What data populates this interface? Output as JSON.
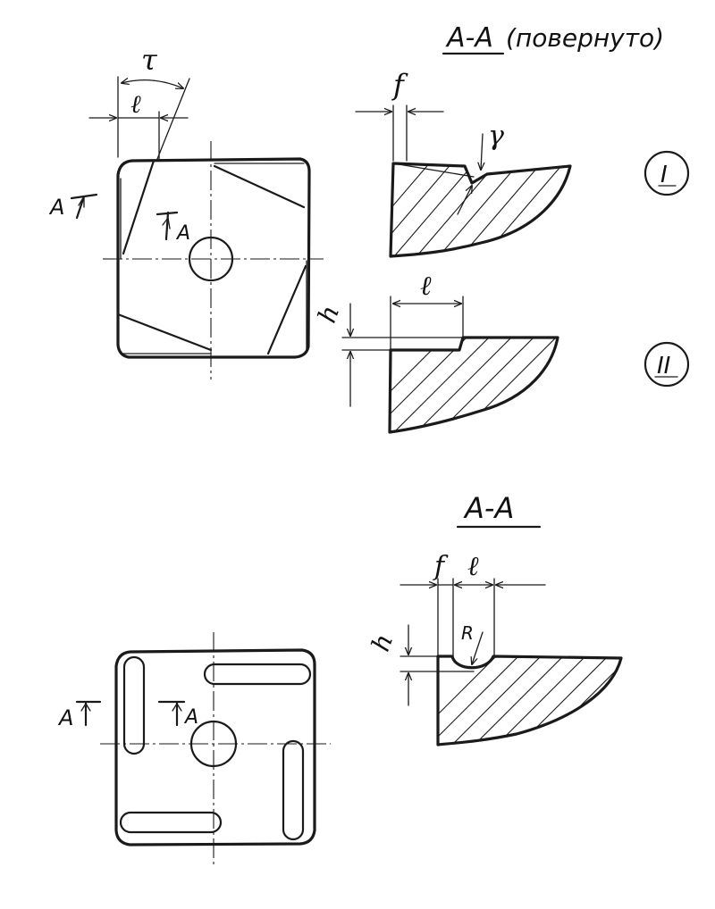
{
  "upper_figure": {
    "section_title": "A-A",
    "section_note": "(повернуто)",
    "cut_mark_left": "A",
    "cut_mark_right": "A",
    "dim_tau": "τ",
    "dim_l_plan": "ℓ",
    "dim_f": "f",
    "dim_gamma": "γ",
    "dim_l_section": "ℓ",
    "dim_h": "h",
    "variant_1": "I",
    "variant_2": "II"
  },
  "lower_figure": {
    "section_title": "A-A",
    "cut_mark_left": "A",
    "cut_mark_right": "A",
    "dim_f": "f",
    "dim_l": "ℓ",
    "dim_h": "h",
    "dim_r": "R"
  }
}
